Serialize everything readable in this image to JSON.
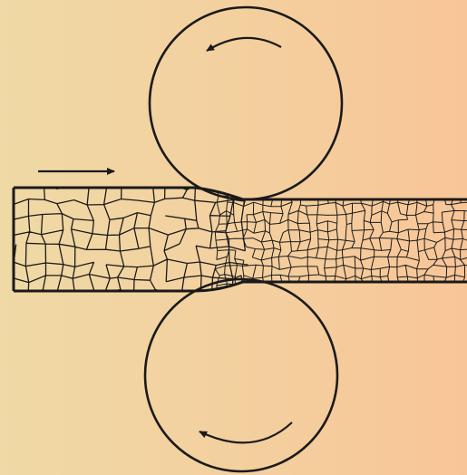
{
  "diagram": {
    "subject": "rolling-mill-grain-refinement",
    "background_left": "#efd9a5",
    "background_right": "#f8c597",
    "ink_color": "#1a1a1a",
    "feed_direction": "right",
    "upper_roll_rotation": "counterclockwise",
    "lower_roll_rotation": "clockwise",
    "grain_size_before": "coarse",
    "grain_size_after": "fine"
  }
}
